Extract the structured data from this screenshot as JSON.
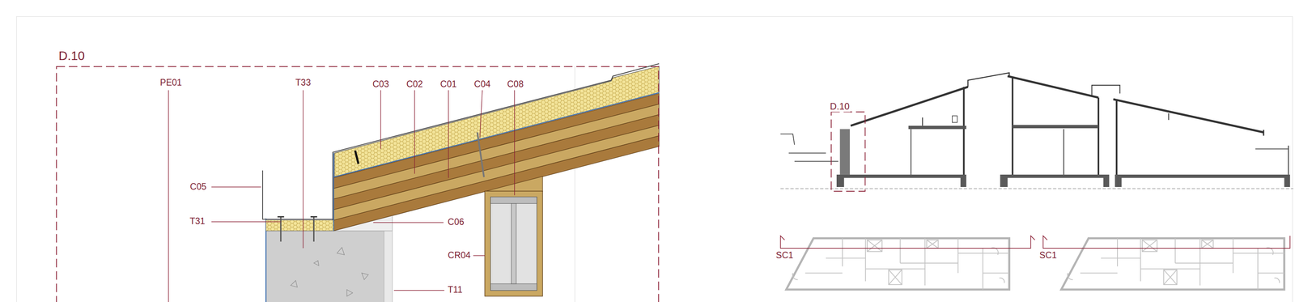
{
  "diagram": {
    "nodes": [
      {
        "text": [
          "D.10"
        ]
      },
      {
        "text": [
          "D.10"
        ]
      }
    ],
    "labels": [
      "PE01",
      "T33",
      "C03",
      "C02",
      "C01",
      "C04",
      "C08",
      "C05",
      "T31",
      "C06",
      "CR04",
      "T11",
      "SC1",
      "SC1"
    ]
  }
}
